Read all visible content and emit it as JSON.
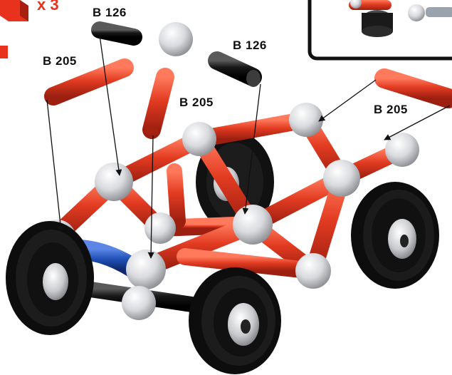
{
  "quantity_badge": {
    "text": "x 3"
  },
  "part_labels": [
    {
      "text": "B 126"
    },
    {
      "text": "B 205"
    },
    {
      "text": "B 126"
    },
    {
      "text": "B 205"
    },
    {
      "text": "B 205"
    }
  ],
  "colors": {
    "rod_red": "#e03a22",
    "ball_grey": "#dcdde0",
    "wheel_black": "#151515",
    "rod_black": "#111111",
    "rod_blue": "#1f4fb5",
    "accent_red": "#e8321e"
  }
}
